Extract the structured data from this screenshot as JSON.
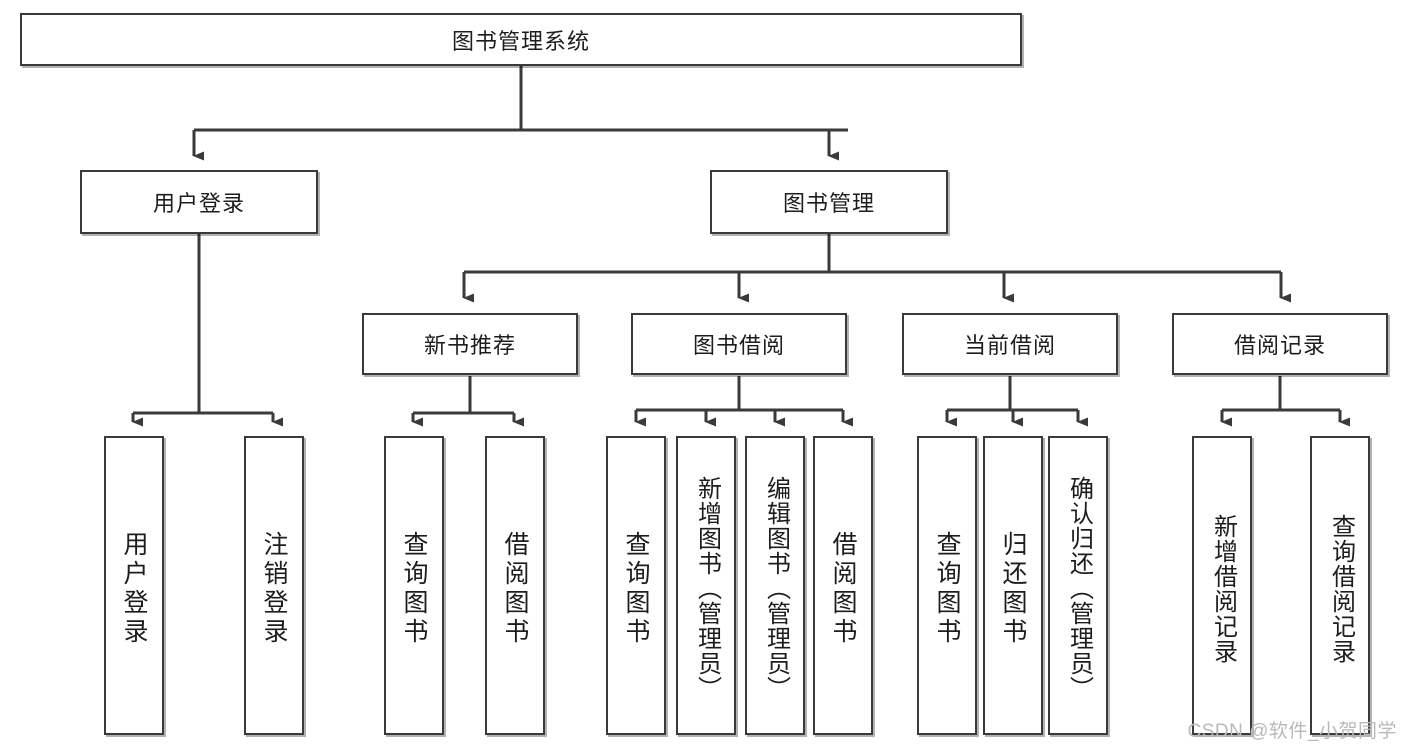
{
  "diagram": {
    "type": "hierarchy-tree",
    "title": "图书管理系统",
    "orientation": "top-down",
    "levels": 4,
    "nodes": {
      "root": {
        "label": "图书管理系统",
        "level": 1
      },
      "l2": [
        {
          "id": "user-login",
          "label": "用户登录",
          "level": 2
        },
        {
          "id": "book-manage",
          "label": "图书管理",
          "level": 2
        }
      ],
      "l3": [
        {
          "id": "new-book-recommend",
          "label": "新书推荐",
          "level": 3,
          "parent": "book-manage"
        },
        {
          "id": "book-borrow",
          "label": "图书借阅",
          "level": 3,
          "parent": "book-manage"
        },
        {
          "id": "current-borrow",
          "label": "当前借阅",
          "level": 3,
          "parent": "book-manage"
        },
        {
          "id": "borrow-record",
          "label": "借阅记录",
          "level": 3,
          "parent": "book-manage"
        }
      ],
      "leaves": [
        {
          "id": "leaf-user-login",
          "label": "用户登录",
          "parent": "user-login"
        },
        {
          "id": "leaf-user-logout",
          "label": "注销登录",
          "parent": "user-login"
        },
        {
          "id": "leaf-query-book-1",
          "label": "查询图书",
          "parent": "new-book-recommend"
        },
        {
          "id": "leaf-borrow-book-1",
          "label": "借阅图书",
          "parent": "new-book-recommend"
        },
        {
          "id": "leaf-query-book-2",
          "label": "查询图书",
          "parent": "book-borrow"
        },
        {
          "id": "leaf-add-book",
          "label": "新增图书（管理员）",
          "parent": "book-borrow"
        },
        {
          "id": "leaf-edit-book",
          "label": "编辑图书（管理员）",
          "parent": "book-borrow"
        },
        {
          "id": "leaf-borrow-book-2",
          "label": "借阅图书",
          "parent": "book-borrow"
        },
        {
          "id": "leaf-query-book-3",
          "label": "查询图书",
          "parent": "current-borrow"
        },
        {
          "id": "leaf-return-book",
          "label": "归还图书",
          "parent": "current-borrow"
        },
        {
          "id": "leaf-confirm-return",
          "label": "确认归还（管理员）",
          "parent": "current-borrow"
        },
        {
          "id": "leaf-add-record",
          "label": "新增借阅记录",
          "parent": "borrow-record"
        },
        {
          "id": "leaf-query-record",
          "label": "查询借阅记录",
          "parent": "borrow-record"
        }
      ]
    },
    "colors": {
      "box_border": "#3a3a3a",
      "box_fill": "#ffffff",
      "connector": "#3a3a3a",
      "text": "#1d1d1d",
      "watermark": "#b9b9b9"
    }
  },
  "watermark": {
    "text": "CSDN @软件_小贺同学"
  }
}
